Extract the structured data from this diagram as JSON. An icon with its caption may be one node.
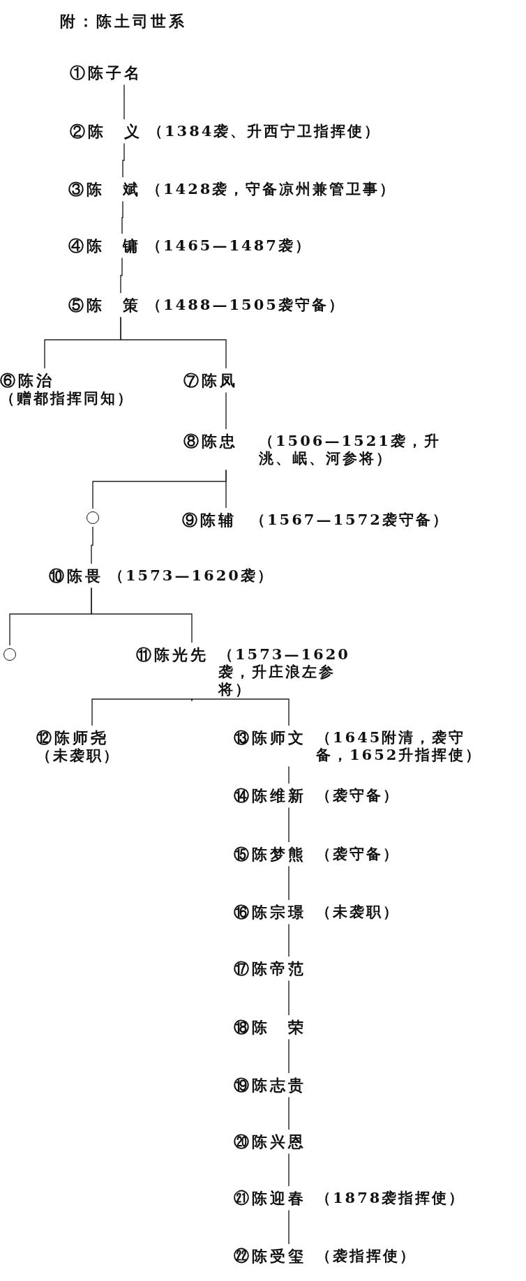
{
  "diagram": {
    "title": "附：陈土司世系",
    "nodes": [
      {
        "text": [
          "①陈子名"
        ]
      },
      {
        "text": [
          "②陈　义",
          "（1384袭、升西宁卫指挥使）"
        ]
      },
      {
        "text": [
          "③陈　斌",
          "（1428袭，守备凉州兼管卫事）"
        ]
      },
      {
        "text": [
          "④陈　镛",
          "（1465—1487袭）"
        ]
      },
      {
        "text": [
          "⑤陈　策",
          "（1488—1505袭守备）"
        ]
      },
      {
        "text": [
          "⑥陈治",
          "（赠都指挥同知）"
        ]
      },
      {
        "text": [
          "⑦陈凤"
        ]
      },
      {
        "text": [
          "⑧陈忠",
          "（1506—1521袭，升洮、岷、河参将）"
        ]
      },
      {
        "text": [],
        "shape": "circle"
      },
      {
        "text": [
          "⑨陈辅",
          "（1567—1572袭守备）"
        ]
      },
      {
        "text": [
          "⑩陈畏",
          "（1573—1620袭）"
        ]
      },
      {
        "text": [],
        "shape": "circle"
      },
      {
        "text": [
          "⑪陈光先",
          "（1573—1620袭，升庄浪左参将）"
        ]
      },
      {
        "text": [
          "⑫陈师尧",
          "（未袭职）"
        ]
      },
      {
        "text": [
          "⑬陈师文",
          "（1645附清，袭守备，1652升指挥使）"
        ]
      },
      {
        "text": [
          "⑭陈维新",
          "（袭守备）"
        ]
      },
      {
        "text": [
          "⑮陈梦熊",
          "（袭守备）"
        ]
      },
      {
        "text": [
          "⑯陈宗璟",
          "（未袭职）"
        ]
      },
      {
        "text": [
          "⑰陈帝范"
        ]
      },
      {
        "text": [
          "⑱陈　荣"
        ]
      },
      {
        "text": [
          "⑲陈志贵"
        ]
      },
      {
        "text": [
          "⑳陈兴恩"
        ]
      },
      {
        "text": [
          "㉑陈迎春",
          "（1878袭指挥使）"
        ]
      },
      {
        "text": [
          "㉒陈受玺",
          "（袭指挥使）"
        ]
      }
    ],
    "edges": [
      {
        "from": 0,
        "to": 1,
        "arrow": "none"
      },
      {
        "from": 1,
        "to": 2,
        "arrow": "none"
      },
      {
        "from": 2,
        "to": 3,
        "arrow": "none"
      },
      {
        "from": 3,
        "to": 4,
        "arrow": "none"
      },
      {
        "from": 4,
        "to": 5,
        "arrow": "none"
      },
      {
        "from": 4,
        "to": 6,
        "arrow": "none"
      },
      {
        "from": 6,
        "to": 7,
        "arrow": "none"
      },
      {
        "from": 7,
        "to": 8,
        "arrow": "none"
      },
      {
        "from": 7,
        "to": 9,
        "arrow": "none"
      },
      {
        "from": 8,
        "to": 10,
        "arrow": "none"
      },
      {
        "from": 10,
        "to": 11,
        "arrow": "none"
      },
      {
        "from": 10,
        "to": 12,
        "arrow": "none"
      },
      {
        "from": 12,
        "to": 13,
        "arrow": "none"
      },
      {
        "from": 12,
        "to": 14,
        "arrow": "none"
      },
      {
        "from": 14,
        "to": 15,
        "arrow": "none"
      },
      {
        "from": 15,
        "to": 16,
        "arrow": "none"
      },
      {
        "from": 16,
        "to": 17,
        "arrow": "none"
      },
      {
        "from": 17,
        "to": 18,
        "arrow": "none"
      },
      {
        "from": 18,
        "to": 19,
        "arrow": "none"
      },
      {
        "from": 19,
        "to": 20,
        "arrow": "none"
      },
      {
        "from": 20,
        "to": 21,
        "arrow": "none"
      },
      {
        "from": 21,
        "to": 22,
        "arrow": "none"
      },
      {
        "from": 22,
        "to": 23,
        "arrow": "none"
      }
    ]
  }
}
